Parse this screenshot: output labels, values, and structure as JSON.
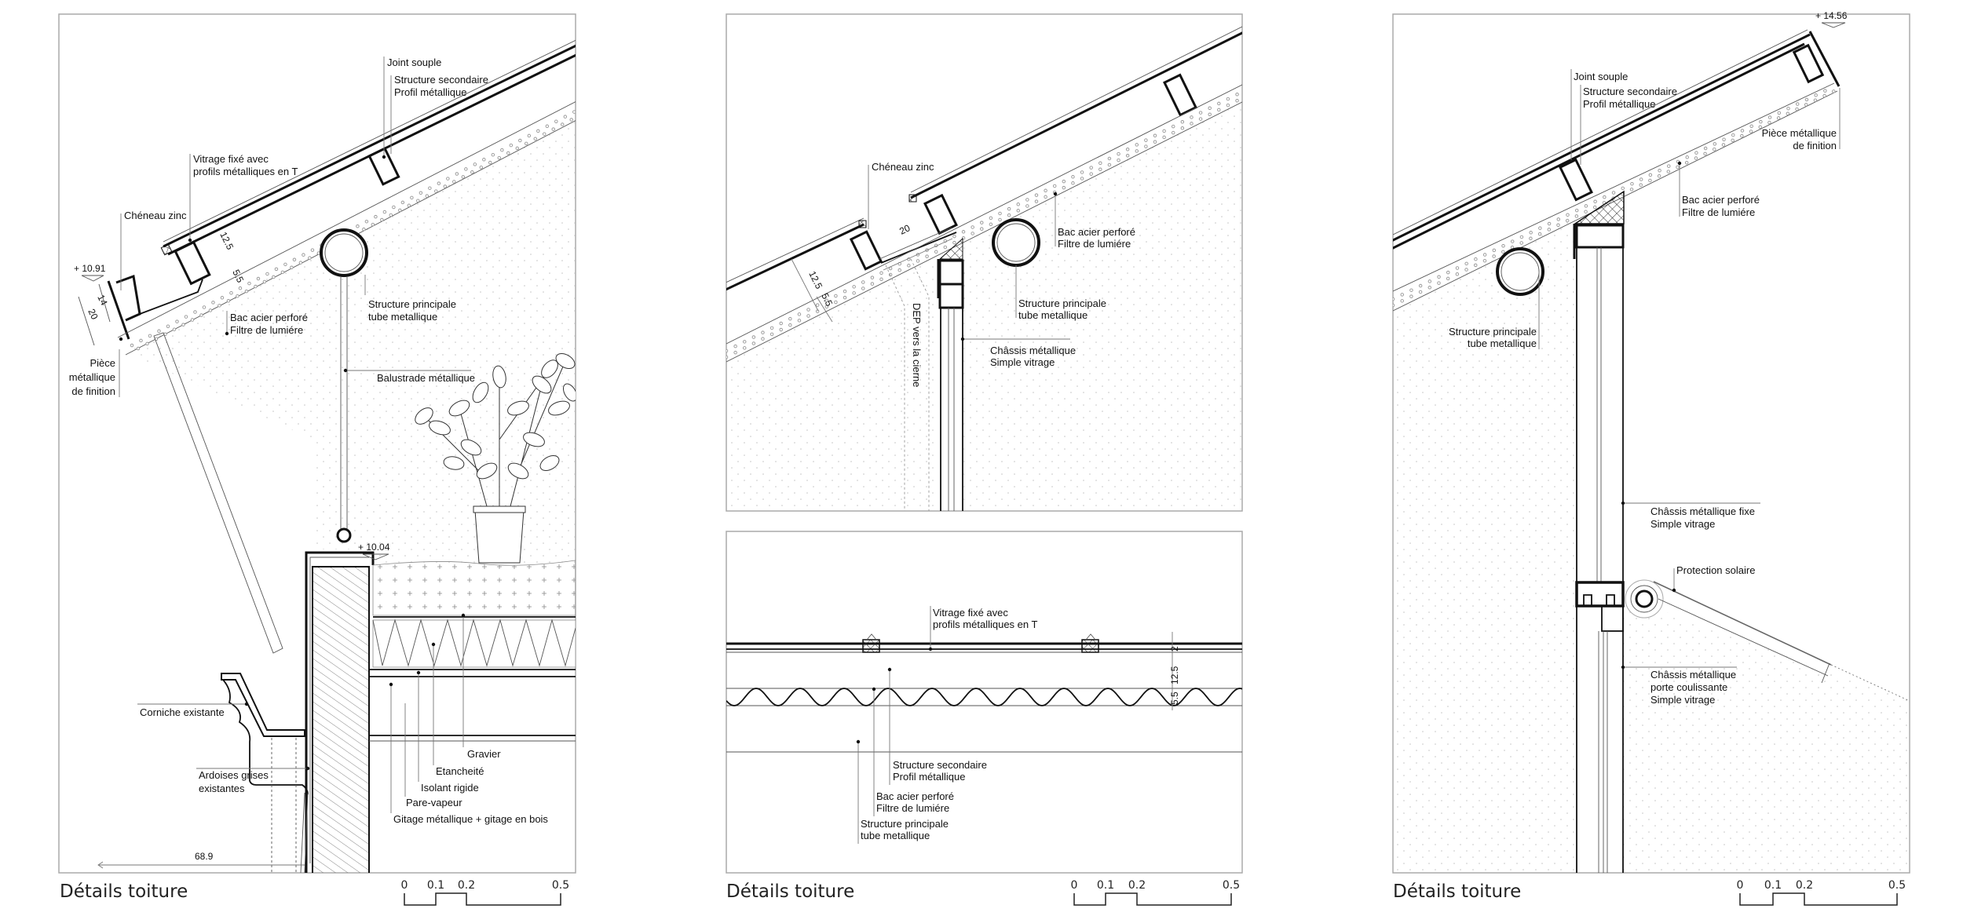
{
  "panels": [
    {
      "title": "Détails toiture",
      "scale": [
        "0",
        "0.1",
        "0.2",
        "0.5"
      ],
      "labels": {
        "joint_souple": "Joint souple",
        "struct_sec_1": "Structure secondaire",
        "struct_sec_2": "Profil métallique",
        "vitrage_1": "Vitrage fixé avec",
        "vitrage_2": "profils métalliques en T",
        "cheneau": "Chéneau zinc",
        "bac_1": "Bac acier perforé",
        "bac_2": "Filtre de lumiére",
        "struct_princ_1": "Structure principale",
        "struct_princ_2": "tube metallique",
        "piece_1": "Pièce",
        "piece_2": "métallique",
        "piece_3": "de finition",
        "balustrade": "Balustrade métallique",
        "corniche": "Corniche existante",
        "ardoises_1": "Ardoises grises",
        "ardoises_2": "existantes",
        "gravier": "Gravier",
        "etancheite": "Etancheité",
        "isolant": "Isolant rigide",
        "pare_vapeur": "Pare-vapeur",
        "gitage": "Gitage métallique + gitage en bois"
      },
      "elevations": [
        "+ 10.91",
        "+ 10.04"
      ],
      "dims": [
        "12.5",
        "5.5",
        "14",
        "20",
        "68.9"
      ]
    },
    {
      "labels": {
        "cheneau": "Chéneau zinc",
        "bac_1": "Bac acier perforé",
        "bac_2": "Filtre de lumiére",
        "struct_princ_1": "Structure principale",
        "struct_princ_2": "tube metallique",
        "dep": "DEP vers la cierne",
        "chassis_1": "Châssis métallique",
        "chassis_2": "Simple vitrage"
      },
      "dims": [
        "20",
        "12.5",
        "5.5"
      ]
    },
    {
      "title": "Détails toiture",
      "scale": [
        "0",
        "0.1",
        "0.2",
        "0.5"
      ],
      "labels": {
        "vitrage_1": "Vitrage fixé avec",
        "vitrage_2": "profils métalliques en T",
        "struct_sec_1": "Structure secondaire",
        "struct_sec_2": "Profil métallique",
        "bac_1": "Bac acier perforé",
        "bac_2": "Filtre de lumiére",
        "struct_princ_1": "Structure principale",
        "struct_princ_2": "tube metallique"
      },
      "dims": [
        "2",
        "12.5",
        "5.5"
      ]
    },
    {
      "title": "Détails toiture",
      "scale": [
        "0",
        "0.1",
        "0.2",
        "0.5"
      ],
      "labels": {
        "joint_souple": "Joint souple",
        "struct_sec_1": "Structure secondaire",
        "struct_sec_2": "Profil métallique",
        "piece_1": "Pièce métallique",
        "piece_2": "de finition",
        "bac_1": "Bac acier perforé",
        "bac_2": "Filtre de lumiére",
        "struct_princ_1": "Structure principale",
        "struct_princ_2": "tube metallique",
        "chassis_fixe_1": "Châssis métallique fixe",
        "chassis_fixe_2": "Simple vitrage",
        "protection": "Protection solaire",
        "chassis_porte_1": "Châssis métallique",
        "chassis_porte_2": "porte coulissante",
        "chassis_porte_3": "Simple vitrage"
      },
      "elevations": [
        "+ 14.56"
      ]
    }
  ]
}
